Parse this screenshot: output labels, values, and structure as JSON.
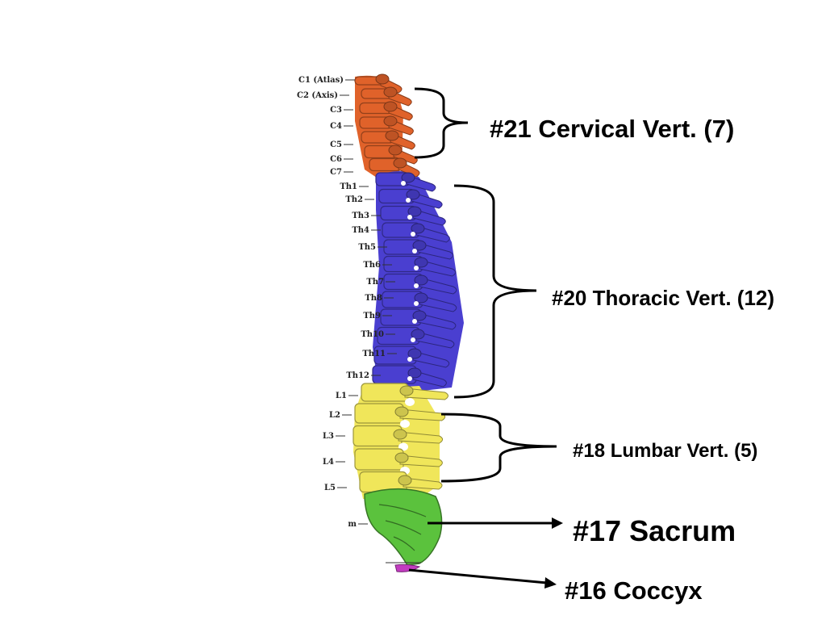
{
  "colors": {
    "cervical": "#e0622a",
    "thoracic": "#4a3fd0",
    "lumbar": "#f0e65a",
    "sacrum": "#5bc23d",
    "coccyx": "#c23cc0",
    "line": "#000000"
  },
  "vertebra_labels": [
    "C1 (Atlas)",
    "C2 (Axis)",
    "C3",
    "C4",
    "C5",
    "C6",
    "C7",
    "Th1",
    "Th2",
    "Th3",
    "Th4",
    "Th5",
    "Th6",
    "Th7",
    "Th8",
    "Th9",
    "Th10",
    "Th11",
    "Th12",
    "L1",
    "L2",
    "L3",
    "L4",
    "L5",
    "m"
  ],
  "regions": {
    "cervical": "#21 Cervical Vert. (7)",
    "thoracic": "#20 Thoracic Vert. (12)",
    "lumbar": "#18 Lumbar Vert. (5)",
    "sacrum": "#17 Sacrum",
    "coccyx": "#16 Coccyx"
  }
}
